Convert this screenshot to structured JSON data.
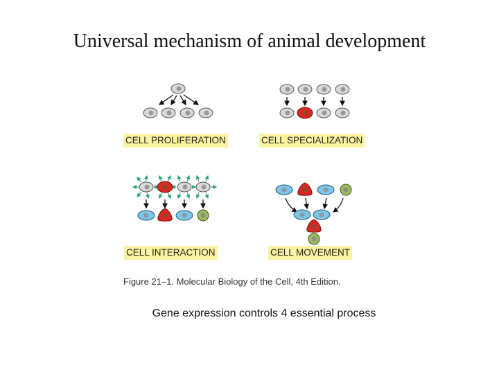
{
  "slide": {
    "title": "Universal mechanism of animal development",
    "subtitle": "Gene expression controls 4 essential process"
  },
  "figure": {
    "caption": "Figure 21–1. Molecular Biology of the Cell, 4th Edition.",
    "panels": [
      {
        "id": "proliferation",
        "label": "CELL PROLIFERATION"
      },
      {
        "id": "specialization",
        "label": "CELL SPECIALIZATION"
      },
      {
        "id": "interaction",
        "label": "CELL INTERACTION"
      },
      {
        "id": "movement",
        "label": "CELL MOVEMENT"
      }
    ]
  },
  "colors": {
    "label_highlight": "#fbf3a0",
    "cell_gray": "#d9d9d9",
    "cell_red": "#d42a24",
    "cell_blue": "#7cc6e8",
    "cell_green": "#9cbb5e",
    "signal_green": "#2aa37a"
  }
}
